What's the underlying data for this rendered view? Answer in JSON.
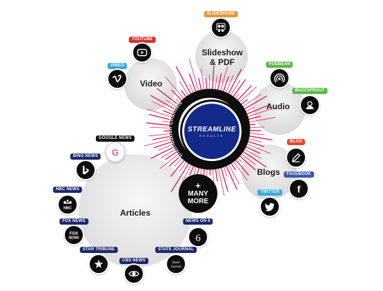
{
  "center": {
    "brand": "STREAMLINE",
    "brand_sub": "RESULTS",
    "ring_text": "Distribution Channels"
  },
  "bubbles": {
    "slideshow": "Slideshow\n& PDF",
    "video": "Video",
    "audio": "Audio",
    "blogs": "Blogs",
    "articles": "Articles"
  },
  "many_more": {
    "plus": "+",
    "line1": "MANY",
    "line2": "MORE"
  },
  "channels": [
    {
      "key": "slideshare",
      "tag": "SLIDESHARE",
      "tag_color": "#e8963c",
      "icon": "slideshare-icon"
    },
    {
      "key": "youtube",
      "tag": "YOUTUBE",
      "tag_color": "#d9302a",
      "icon": "youtube-icon"
    },
    {
      "key": "vimeo",
      "tag": "VIMEO",
      "tag_color": "#3aa7d9",
      "icon": "vimeo-icon"
    },
    {
      "key": "podbean",
      "tag": "PODBEAN",
      "tag_color": "#5cb848",
      "icon": "podbean-icon"
    },
    {
      "key": "buzzsprout",
      "tag": "BUZZSPROUT",
      "tag_color": "#5cb848",
      "icon": "buzzsprout-icon"
    },
    {
      "key": "blog",
      "tag": "BLOG",
      "tag_color": "#e04a2a",
      "icon": "blog-icon"
    },
    {
      "key": "facebook",
      "tag": "FACEBOOK",
      "tag_color": "#3b5aa8",
      "icon": "facebook-icon"
    },
    {
      "key": "twitter",
      "tag": "TWITTER",
      "tag_color": "#3aa7d9",
      "icon": "twitter-icon"
    },
    {
      "key": "googlenews",
      "tag": "GOOGLE NEWS",
      "tag_color": "#0d0d0d",
      "icon": "google-news-icon"
    },
    {
      "key": "bingnews",
      "tag": "BING NEWS",
      "tag_color": "#1c2a6b",
      "icon": "bing-news-icon"
    },
    {
      "key": "nbcnews",
      "tag": "NBC NEWS",
      "tag_color": "#1c2a6b",
      "icon": "nbc-icon"
    },
    {
      "key": "foxnews",
      "tag": "FOX NEWS",
      "tag_color": "#1c2a6b",
      "icon": "fox-news-icon"
    },
    {
      "key": "startribune",
      "tag": "STAR TRIBUNE",
      "tag_color": "#1c2a6b",
      "icon": "star-tribune-icon"
    },
    {
      "key": "cbsnews",
      "tag": "CBS NEWS",
      "tag_color": "#1c2a6b",
      "icon": "cbs-eye-icon"
    },
    {
      "key": "statejournal",
      "tag": "STATE JOURNAL",
      "tag_color": "#1c2a6b",
      "icon": "state-journal-icon"
    },
    {
      "key": "newson6",
      "tag": "NEWS ON 6",
      "tag_color": "#1c2a6b",
      "icon": "news-on-6-icon"
    }
  ],
  "icon_text": {
    "google": "G",
    "fox": "FOX\nNEWS",
    "state_journal": "State\nJournal",
    "six": "6",
    "facebook": "f"
  },
  "colors": {
    "burst": "#e0245e",
    "brand_blue": "#142a8a",
    "bubble_gray": "#e9e9e9",
    "ring": "#0d0d0d"
  }
}
